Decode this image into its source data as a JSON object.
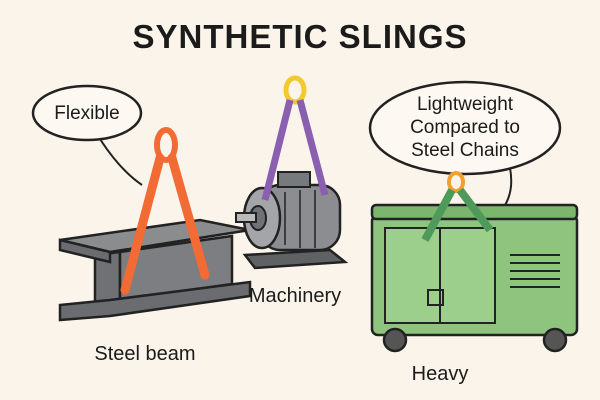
{
  "title": "SYNTHETIC SLINGS",
  "callouts": {
    "flexible": "Flexible",
    "lightweight": [
      "Lightweight",
      "Compared to",
      "Steel Chains"
    ]
  },
  "items": [
    {
      "label": "Steel beam",
      "sling_color": "#f26b35"
    },
    {
      "label": "Machinery",
      "sling_color": "#8a5fb0"
    },
    {
      "label": "Heavy",
      "sling_color": "#4f9a5a"
    }
  ],
  "colors": {
    "background": "#fbf4ea",
    "ring": "#f2c92e",
    "generator": "#8fc47f"
  }
}
